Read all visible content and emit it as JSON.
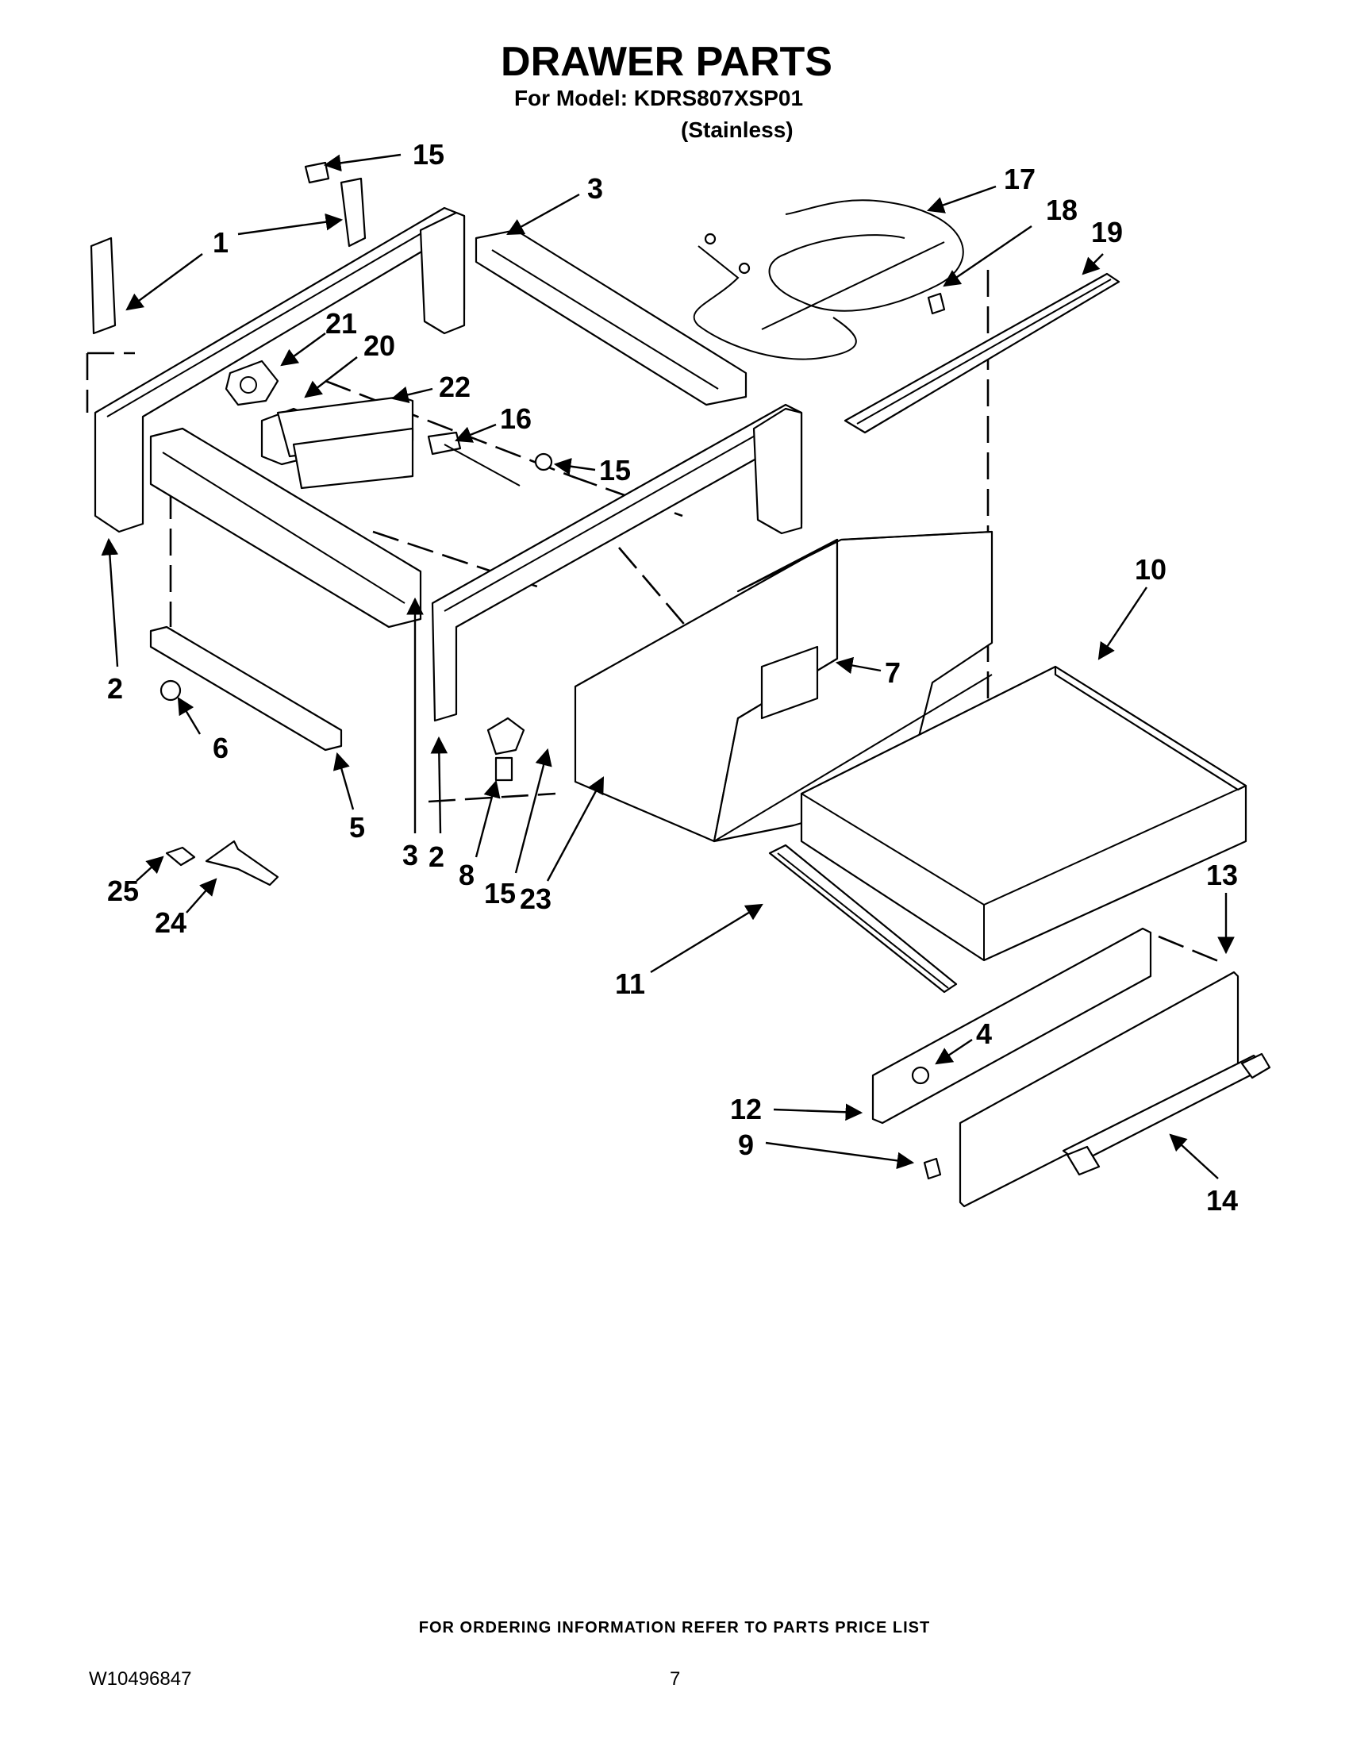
{
  "header": {
    "title": "DRAWER PARTS",
    "model_line": "For Model: KDRS807XSP01",
    "variant": "(Stainless)"
  },
  "callouts": {
    "c1": "1",
    "c2a": "2",
    "c2b": "2",
    "c3a": "3",
    "c3b": "3",
    "c4": "4",
    "c5": "5",
    "c6": "6",
    "c7": "7",
    "c8": "8",
    "c9": "9",
    "c10": "10",
    "c11": "11",
    "c12": "12",
    "c13": "13",
    "c14": "14",
    "c15a": "15",
    "c15b": "15",
    "c15c": "15",
    "c16": "16",
    "c17": "17",
    "c18": "18",
    "c19": "19",
    "c20": "20",
    "c21": "21",
    "c22": "22",
    "c23": "23",
    "c24": "24",
    "c25": "25"
  },
  "footer": {
    "note": "FOR ORDERING INFORMATION REFER TO PARTS PRICE LIST",
    "doc_id": "W10496847",
    "page": "7"
  }
}
